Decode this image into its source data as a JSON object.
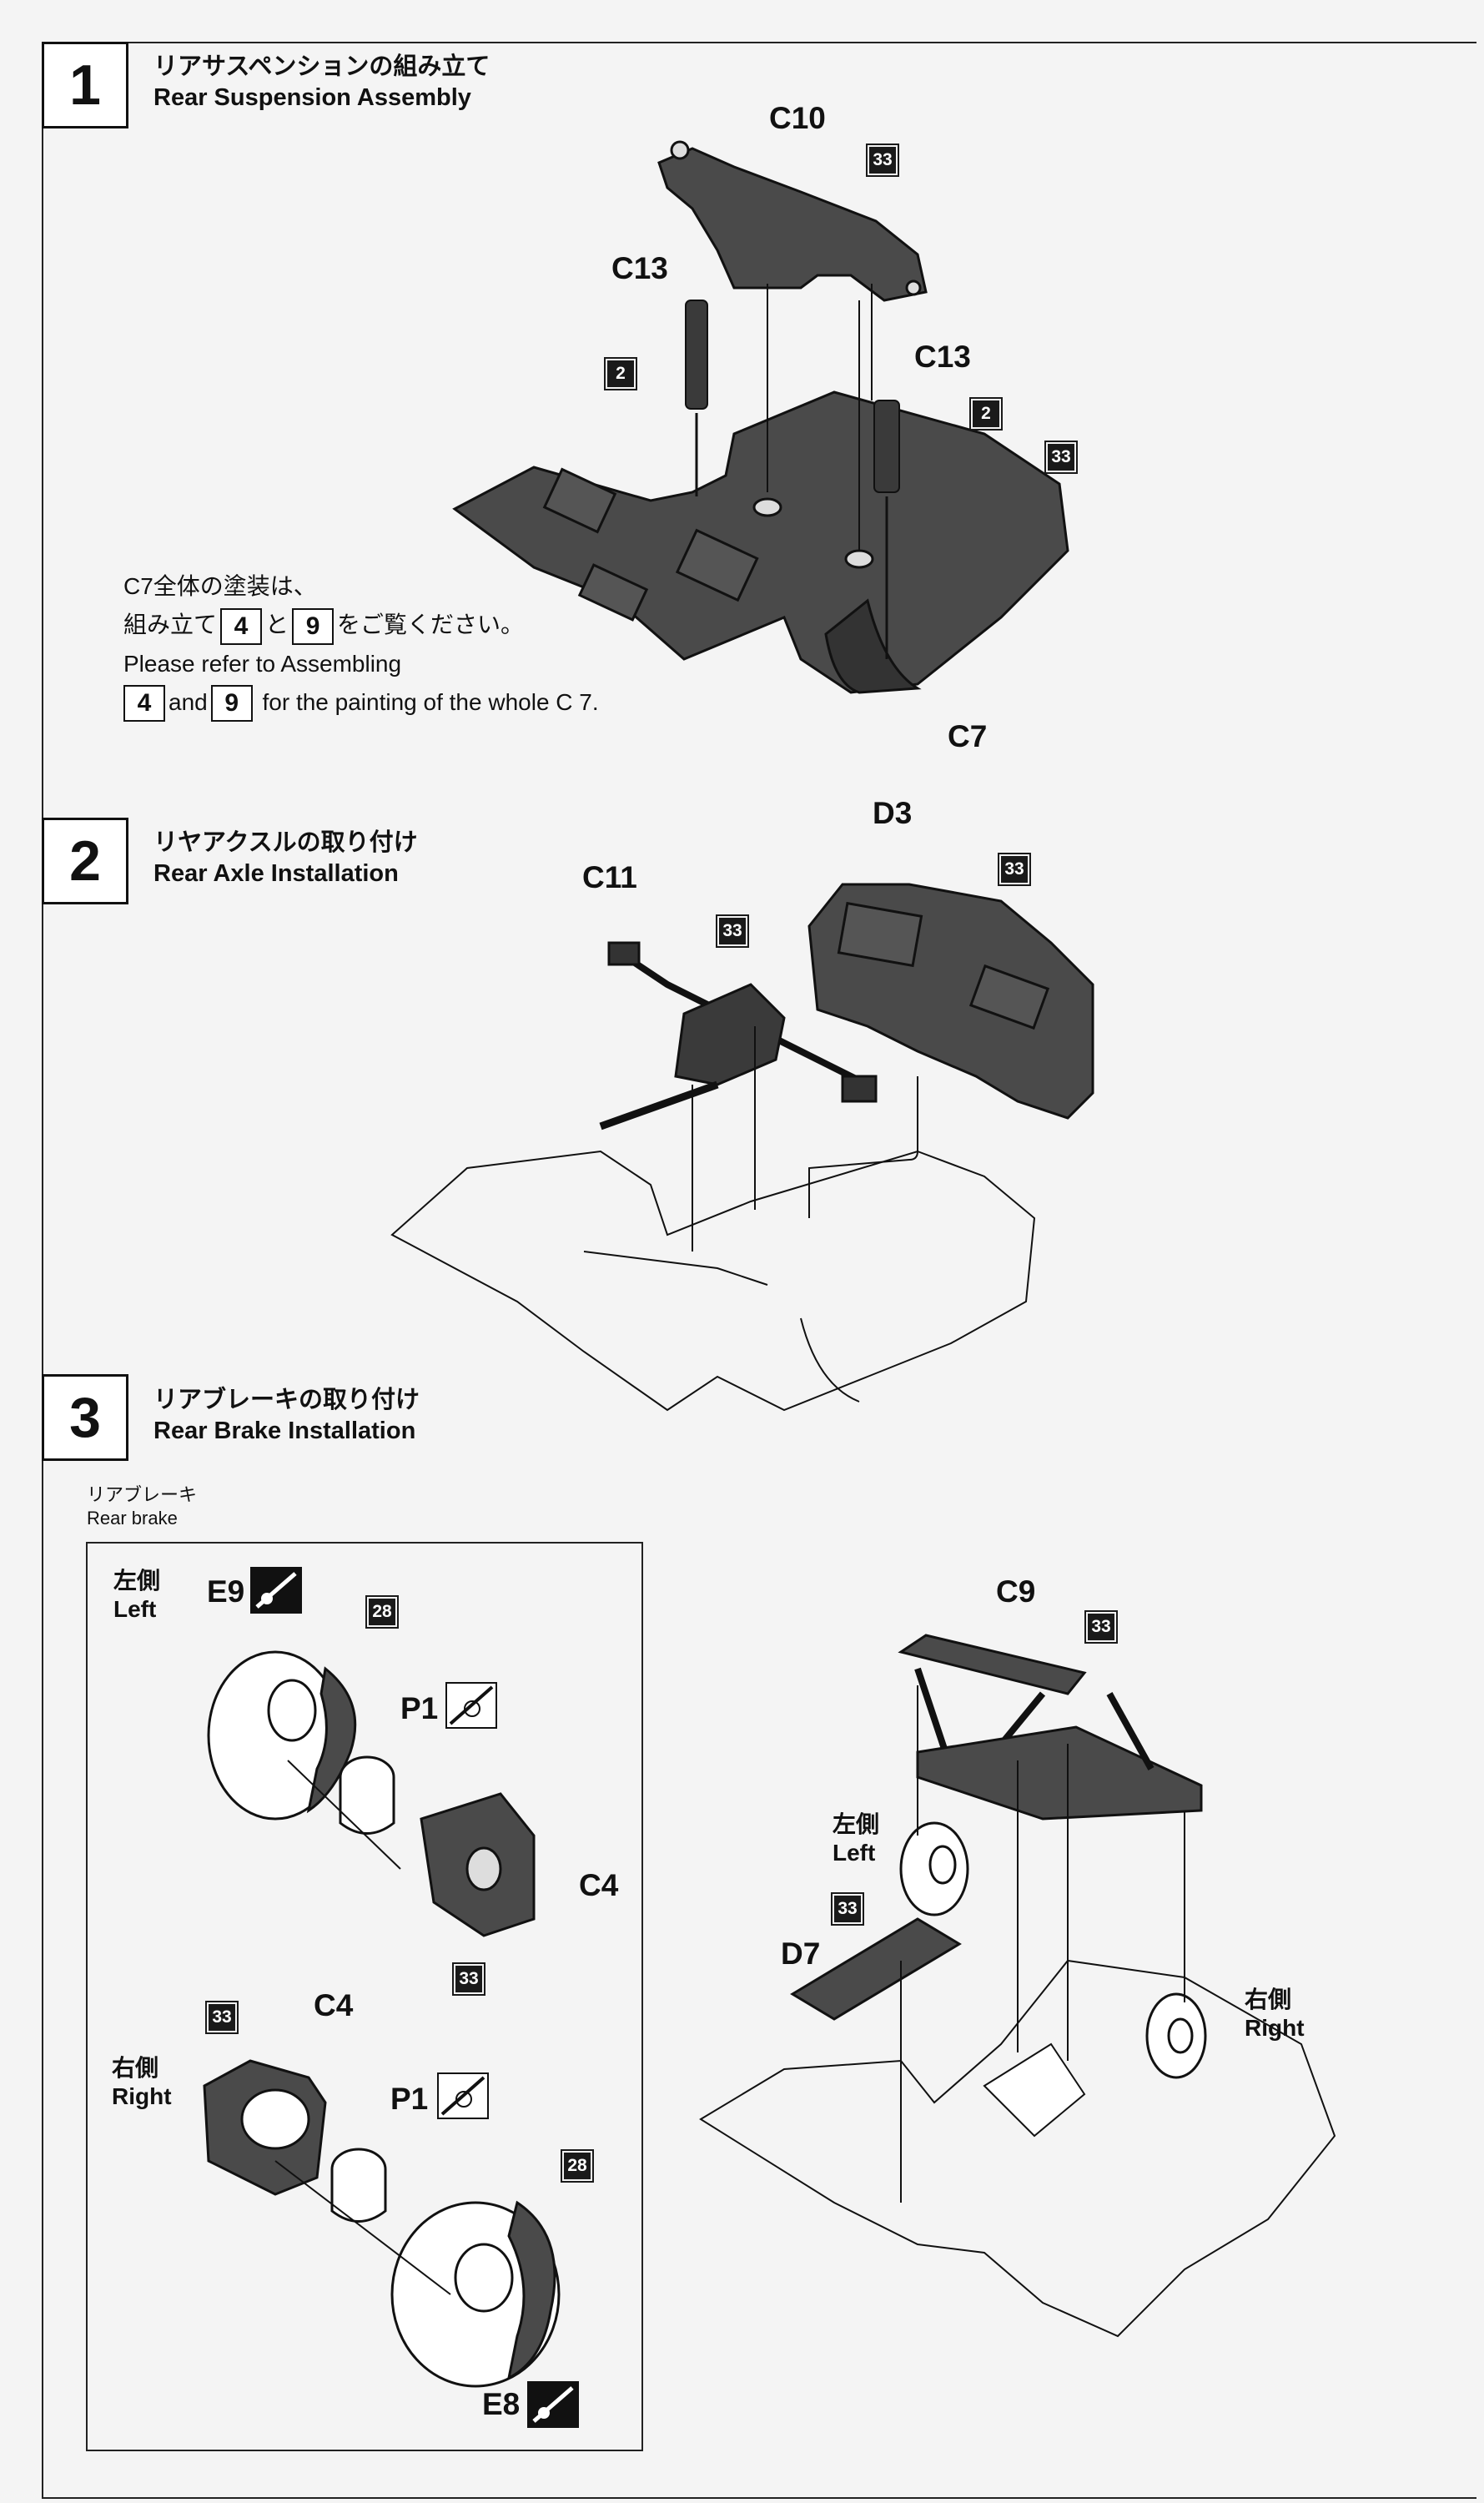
{
  "steps": [
    {
      "number": "1",
      "title_jp": "リアサスペンションの組み立て",
      "title_en": "Rear Suspension Assembly"
    },
    {
      "number": "2",
      "title_jp": "リヤアクスルの取り付け",
      "title_en": "Rear Axle Installation"
    },
    {
      "number": "3",
      "title_jp": "リアブレーキの取り付け",
      "title_en": "Rear Brake Installation"
    }
  ],
  "step1": {
    "parts": {
      "c10": "C10",
      "c13_left": "C13",
      "c13_right": "C13",
      "c7": "C7"
    },
    "paint": {
      "c10": "33",
      "body": "33",
      "spring_left": "2",
      "spring_right": "2"
    },
    "note": {
      "jp_line1": "C7全体の塗装は、",
      "jp_line2_pre": "組み立て",
      "jp_line2_ref1": "4",
      "jp_line2_mid": "と",
      "jp_line2_ref2": "9",
      "jp_line2_post": "をご覧ください。",
      "en_line1": "Please refer to Assembling",
      "en_line2_ref1": "4",
      "en_line2_mid": "and",
      "en_line2_ref2": "9",
      "en_line2_post": "for the painting of the whole C 7."
    }
  },
  "step2": {
    "parts": {
      "d3": "D3",
      "c11": "C11"
    },
    "paint": {
      "d3": "33",
      "axle": "33"
    }
  },
  "step3": {
    "subtitle_jp": "リアブレーキ",
    "subtitle_en": "Rear brake",
    "left_jp": "左側",
    "left_en": "Left",
    "right_jp": "右側",
    "right_en": "Right",
    "parts": {
      "e9": "E9",
      "e8": "E8",
      "p1_top": "P1",
      "p1_bottom": "P1",
      "c4_top": "C4",
      "c4_bottom": "C4",
      "c9": "C9",
      "d7": "D7"
    },
    "paint": {
      "e9_pad": "28",
      "c4_top": "33",
      "c4_bottom": "33",
      "e8_pad": "28",
      "c9": "33",
      "d7": "33"
    },
    "assembly_left_jp": "左側",
    "assembly_left_en": "Left",
    "assembly_right_jp": "右側",
    "assembly_right_en": "Right"
  }
}
